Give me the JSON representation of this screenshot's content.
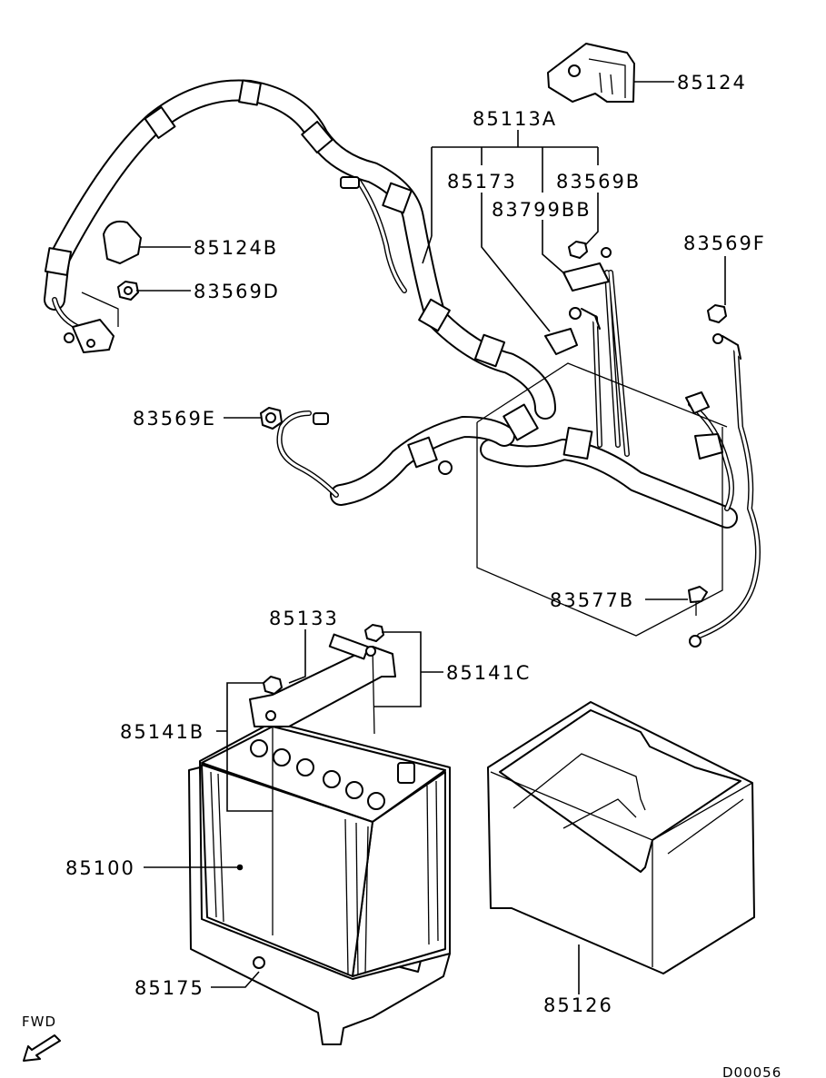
{
  "callouts": {
    "p85124": "85124",
    "p85113A": "85113A",
    "p85173": "85173",
    "p83569B": "83569B",
    "p83799BB": "83799BB",
    "p85124B": "85124B",
    "p83569F": "83569F",
    "p83569D": "83569D",
    "p83569E": "83569E",
    "p83577B": "83577B",
    "p85133": "85133",
    "p85141C": "85141C",
    "p85141B": "85141B",
    "p85100": "85100",
    "p85175": "85175",
    "p85126": "85126"
  },
  "direction": {
    "label": "FWD"
  },
  "drawing_code": "D00056"
}
